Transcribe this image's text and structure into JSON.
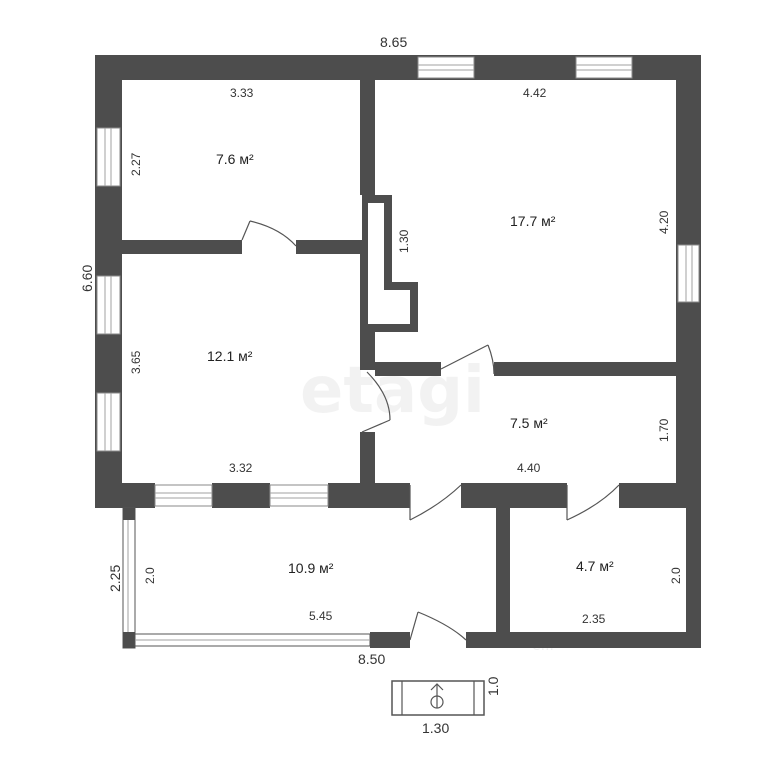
{
  "plan": {
    "overall_width": "8.65",
    "overall_height": "6.60",
    "porch_width": "8.50",
    "porch_height": "2.25",
    "entrance_width": "1.30",
    "entrance_depth": "1.0",
    "watermark": "etagi",
    "watermark_footer": "e..."
  },
  "rooms": {
    "room_top_left": {
      "area": "7.6 м²",
      "width": "3.33",
      "height": "2.27"
    },
    "room_top_right": {
      "area": "17.7 м²",
      "width": "4.42",
      "height": "4.20",
      "stove": "1.30"
    },
    "room_mid_left": {
      "area": "12.1 м²",
      "width": "3.32",
      "height": "3.65"
    },
    "room_hall": {
      "area": "7.5 м²",
      "width": "4.40",
      "height": "1.70"
    },
    "room_veranda": {
      "area": "10.9 м²",
      "width": "5.45",
      "height": "2.0"
    },
    "room_small": {
      "area": "4.7 м²",
      "width": "2.35",
      "height": "2.0"
    }
  },
  "colors": {
    "wall": "#4d4d4d",
    "background": "#ffffff"
  }
}
